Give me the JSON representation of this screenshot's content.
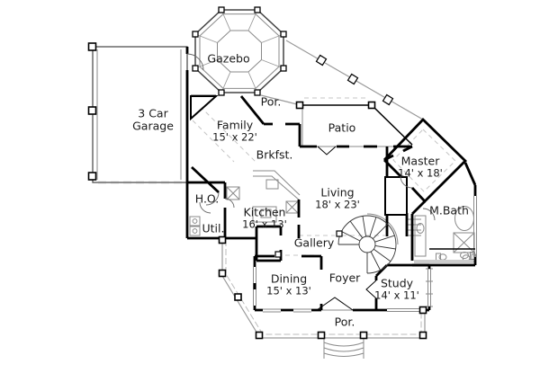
{
  "rooms": {
    "gazebo": {
      "label": "Gazebo"
    },
    "garage": {
      "line1": "3 Car",
      "line2": "Garage"
    },
    "porch_top": {
      "label": "Por."
    },
    "family": {
      "label": "Family",
      "dims": "15' x 22'"
    },
    "patio": {
      "label": "Patio"
    },
    "brkfst": {
      "label": "Brkfst."
    },
    "master": {
      "label": "Master",
      "dims": "14' x 18'"
    },
    "ho": {
      "label": "H.O."
    },
    "kitchen": {
      "label": "Kitchen",
      "dims": "16' x 13'"
    },
    "living": {
      "label": "Living",
      "dims": "18' x 23'"
    },
    "mbath": {
      "label": "M.Bath"
    },
    "util": {
      "label": "Util."
    },
    "gallery": {
      "label": "Gallery"
    },
    "dining": {
      "label": "Dining",
      "dims": "15' x 13'"
    },
    "foyer": {
      "label": "Foyer"
    },
    "study": {
      "label": "Study",
      "dims": "14' x 11'"
    },
    "porch_bottom": {
      "label": "Por."
    }
  },
  "colors": {
    "wall": "#000000",
    "detail": "#8a8a8a",
    "light": "#bbbbbb",
    "text": "#1a1a1a",
    "background": "#ffffff"
  }
}
